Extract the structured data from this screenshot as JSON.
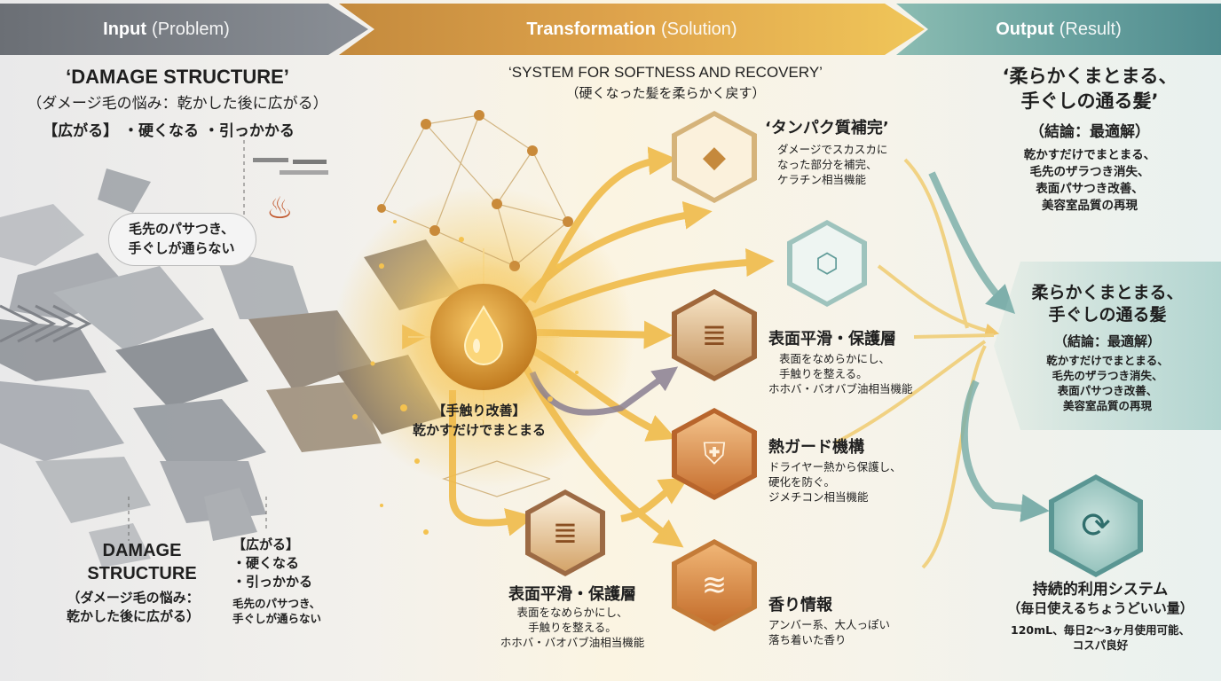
{
  "header": {
    "input": {
      "bold": "Input",
      "rest": "(Problem)"
    },
    "transformation": {
      "bold": "Transformation",
      "rest": "(Solution)"
    },
    "output": {
      "bold": "Output",
      "rest": "(Result)"
    }
  },
  "input_panel": {
    "title": "‘DAMAGE STRUCTURE’",
    "subtitle": "（ダメージ毛の悩み：乾かした後に広がる）",
    "tags": "【広がる】 ・硬くなる ・引っかかる",
    "bubble": [
      "毛先のパサつき、",
      "手ぐしが通らない"
    ],
    "bottom_title": [
      "DAMAGE",
      "STRUCTURE"
    ],
    "bottom_sub": [
      "（ダメージ毛の悩み：",
      "乾かした後に広がる）"
    ],
    "bottom_tags": [
      "【広がる】",
      "・硬くなる",
      "・引っかかる"
    ],
    "bottom_note": [
      "毛先のパサつき、",
      "手ぐしが通らない"
    ]
  },
  "transform_panel": {
    "title": "‘SYSTEM FOR SOFTNESS AND RECOVERY’",
    "subtitle": "（硬くなった髪を柔らかく戻す）",
    "core": [
      "【手触り改善】",
      "乾かすだけでまとまる"
    ],
    "protein": {
      "title": "‘タンパク質補完’",
      "lines": [
        "ダメージでスカスカに",
        "なった部分を補完、",
        "ケラチン相当機能"
      ]
    },
    "smooth_right": {
      "title": "表面平滑・保護層",
      "lines": [
        "表面をなめらかにし、",
        "手触りを整える。",
        "ホホバ・バオバブ油相当機能"
      ]
    },
    "heat": {
      "title": "熱ガード機構",
      "lines": [
        "ドライヤー熱から保護し、",
        "硬化を防ぐ。",
        "ジメチコン相当機能"
      ]
    },
    "smooth_bottom": {
      "title": "表面平滑・保護層",
      "lines": [
        "表面をなめらかにし、",
        "手触りを整える。",
        "ホホバ・バオバブ油相当機能"
      ]
    },
    "scent": {
      "title": "香り情報",
      "lines": [
        "アンバー系、大人っぽい",
        "落ち着いた香り"
      ]
    }
  },
  "output_panel": {
    "top_title": [
      "‘柔らかくまとまる、",
      "手ぐしの通る髪’"
    ],
    "top_sub": "（結論：最適解）",
    "top_lines": [
      "乾かすだけでまとまる、",
      "毛先のザラつき消失、",
      "表面パサつき改善、",
      "美容室品質の再現"
    ],
    "mid_title": [
      "柔らかくまとまる、",
      "手ぐしの通る髪"
    ],
    "mid_sub": "（結論：最適解）",
    "mid_lines": [
      "乾かすだけでまとまる、",
      "毛先のザラつき消失、",
      "表面パサつき改善、",
      "美容室品質の再現"
    ],
    "sys_title": "持続的利用システム",
    "sys_sub": "（毎日使えるちょうどいい量）",
    "sys_lines": [
      "120mL、毎日2〜3ヶ月使用可能、",
      "コスパ良好"
    ]
  },
  "colors": {
    "gold": "#e8a93a",
    "teal": "#5e9c9a",
    "gray": "#7d8187",
    "bronze": "#b8712e"
  },
  "icons": [
    "steam-icon",
    "oil-drop-icon",
    "crystal-icon",
    "network-hex-icon",
    "layers-icon",
    "shield-icon",
    "flame-icon",
    "cube-cycle-icon"
  ]
}
